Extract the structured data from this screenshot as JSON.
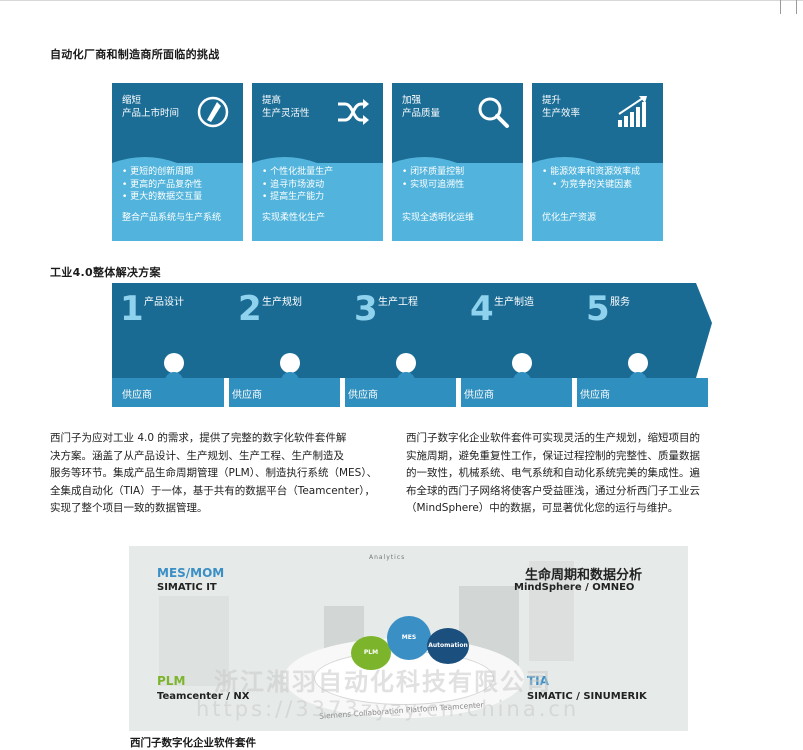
{
  "section1": {
    "title": "自动化厂商和制造商所面临的挑战"
  },
  "cards": [
    {
      "title": [
        "缩短",
        "产品上市时间"
      ],
      "icon": "clock-hand-icon",
      "bullets": [
        "更短的创新周期",
        "更高的产品复杂性",
        "更大的数据交互量"
      ],
      "footer": "整合产品系统与生产系统"
    },
    {
      "title": [
        "提高",
        "生产灵活性"
      ],
      "icon": "shuffle-arrows-icon",
      "bullets": [
        "个性化批量生产",
        "追寻市场波动",
        "提高生产能力"
      ],
      "footer": "实现柔性化生产"
    },
    {
      "title": [
        "加强",
        "产品质量"
      ],
      "icon": "magnifier-icon",
      "bullets": [
        "闭环质量控制",
        "实现可追溯性"
      ],
      "footer": "实现全透明化运维"
    },
    {
      "title": [
        "提升",
        "生产效率"
      ],
      "icon": "bar-growth-icon",
      "bullets": [
        "能源效率和资源效率成",
        "为竞争的关键因素"
      ],
      "footer": "优化生产资源"
    }
  ],
  "section2": {
    "title": "工业4.0整体解决方案"
  },
  "steps": [
    {
      "num": "1",
      "label": "产品设计",
      "supplier": "供应商"
    },
    {
      "num": "2",
      "label": "生产规划",
      "supplier": "供应商"
    },
    {
      "num": "3",
      "label": "生产工程",
      "supplier": "供应商"
    },
    {
      "num": "4",
      "label": "生产制造",
      "supplier": "供应商"
    },
    {
      "num": "5",
      "label": "服务",
      "supplier": "供应商"
    }
  ],
  "paragraphs": {
    "left": [
      "西门子为应对工业 4.0 的需求，提供了完整的数字化软件套件解",
      "决方案。涵盖了从产品设计、生产规划、生产工程、生产制造及",
      "服务等环节。集成产品生命周期管理（PLM）、制造执行系统（MES）、",
      "全集成自动化（TIA）于一体，基于共有的数据平台（Teamcenter），",
      "实现了整个项目一致的数据管理。"
    ],
    "right": [
      "西门子数字化企业软件套件可实现灵活的生产规划，缩短项目的",
      "实施周期，避免重复性工作，保证过程控制的完整性、质量数据",
      "的一致性，机械系统、电气系统和自动化系统完美的集成性。遍",
      "布全球的西门子网络将使客户受益匪浅，通过分析西门子工业云",
      "（MindSphere）中的数据，可显著优化您的运行与维护。"
    ]
  },
  "figure": {
    "mes_title": "MES/MOM",
    "mes_sub": "SIMATIC IT",
    "life_title": "生命周期和数据分析",
    "life_sub": "MindSphere / OMNEO",
    "plm_title": "PLM",
    "plm_sub": "Teamcenter / NX",
    "tia_title": "TIA",
    "tia_sub": "SIMATIC / SINUMERIK",
    "orb_plm": "PLM",
    "orb_mes": "MES",
    "orb_auto": "Automation",
    "cloud_word": "Analytics",
    "platform": "Siemens Collaboration Platform Teamcenter"
  },
  "caption": "西门子数字化企业软件套件",
  "watermark": {
    "line1": "浙江湘羽自动化科技有限公司",
    "line2": "https://3373zyzy.cn.china.cn"
  },
  "colors": {
    "dark_blue": "#1b6d96",
    "light_blue": "#52b4dc",
    "arrow_blue": "#1a6b94",
    "green": "#7cb52c"
  }
}
